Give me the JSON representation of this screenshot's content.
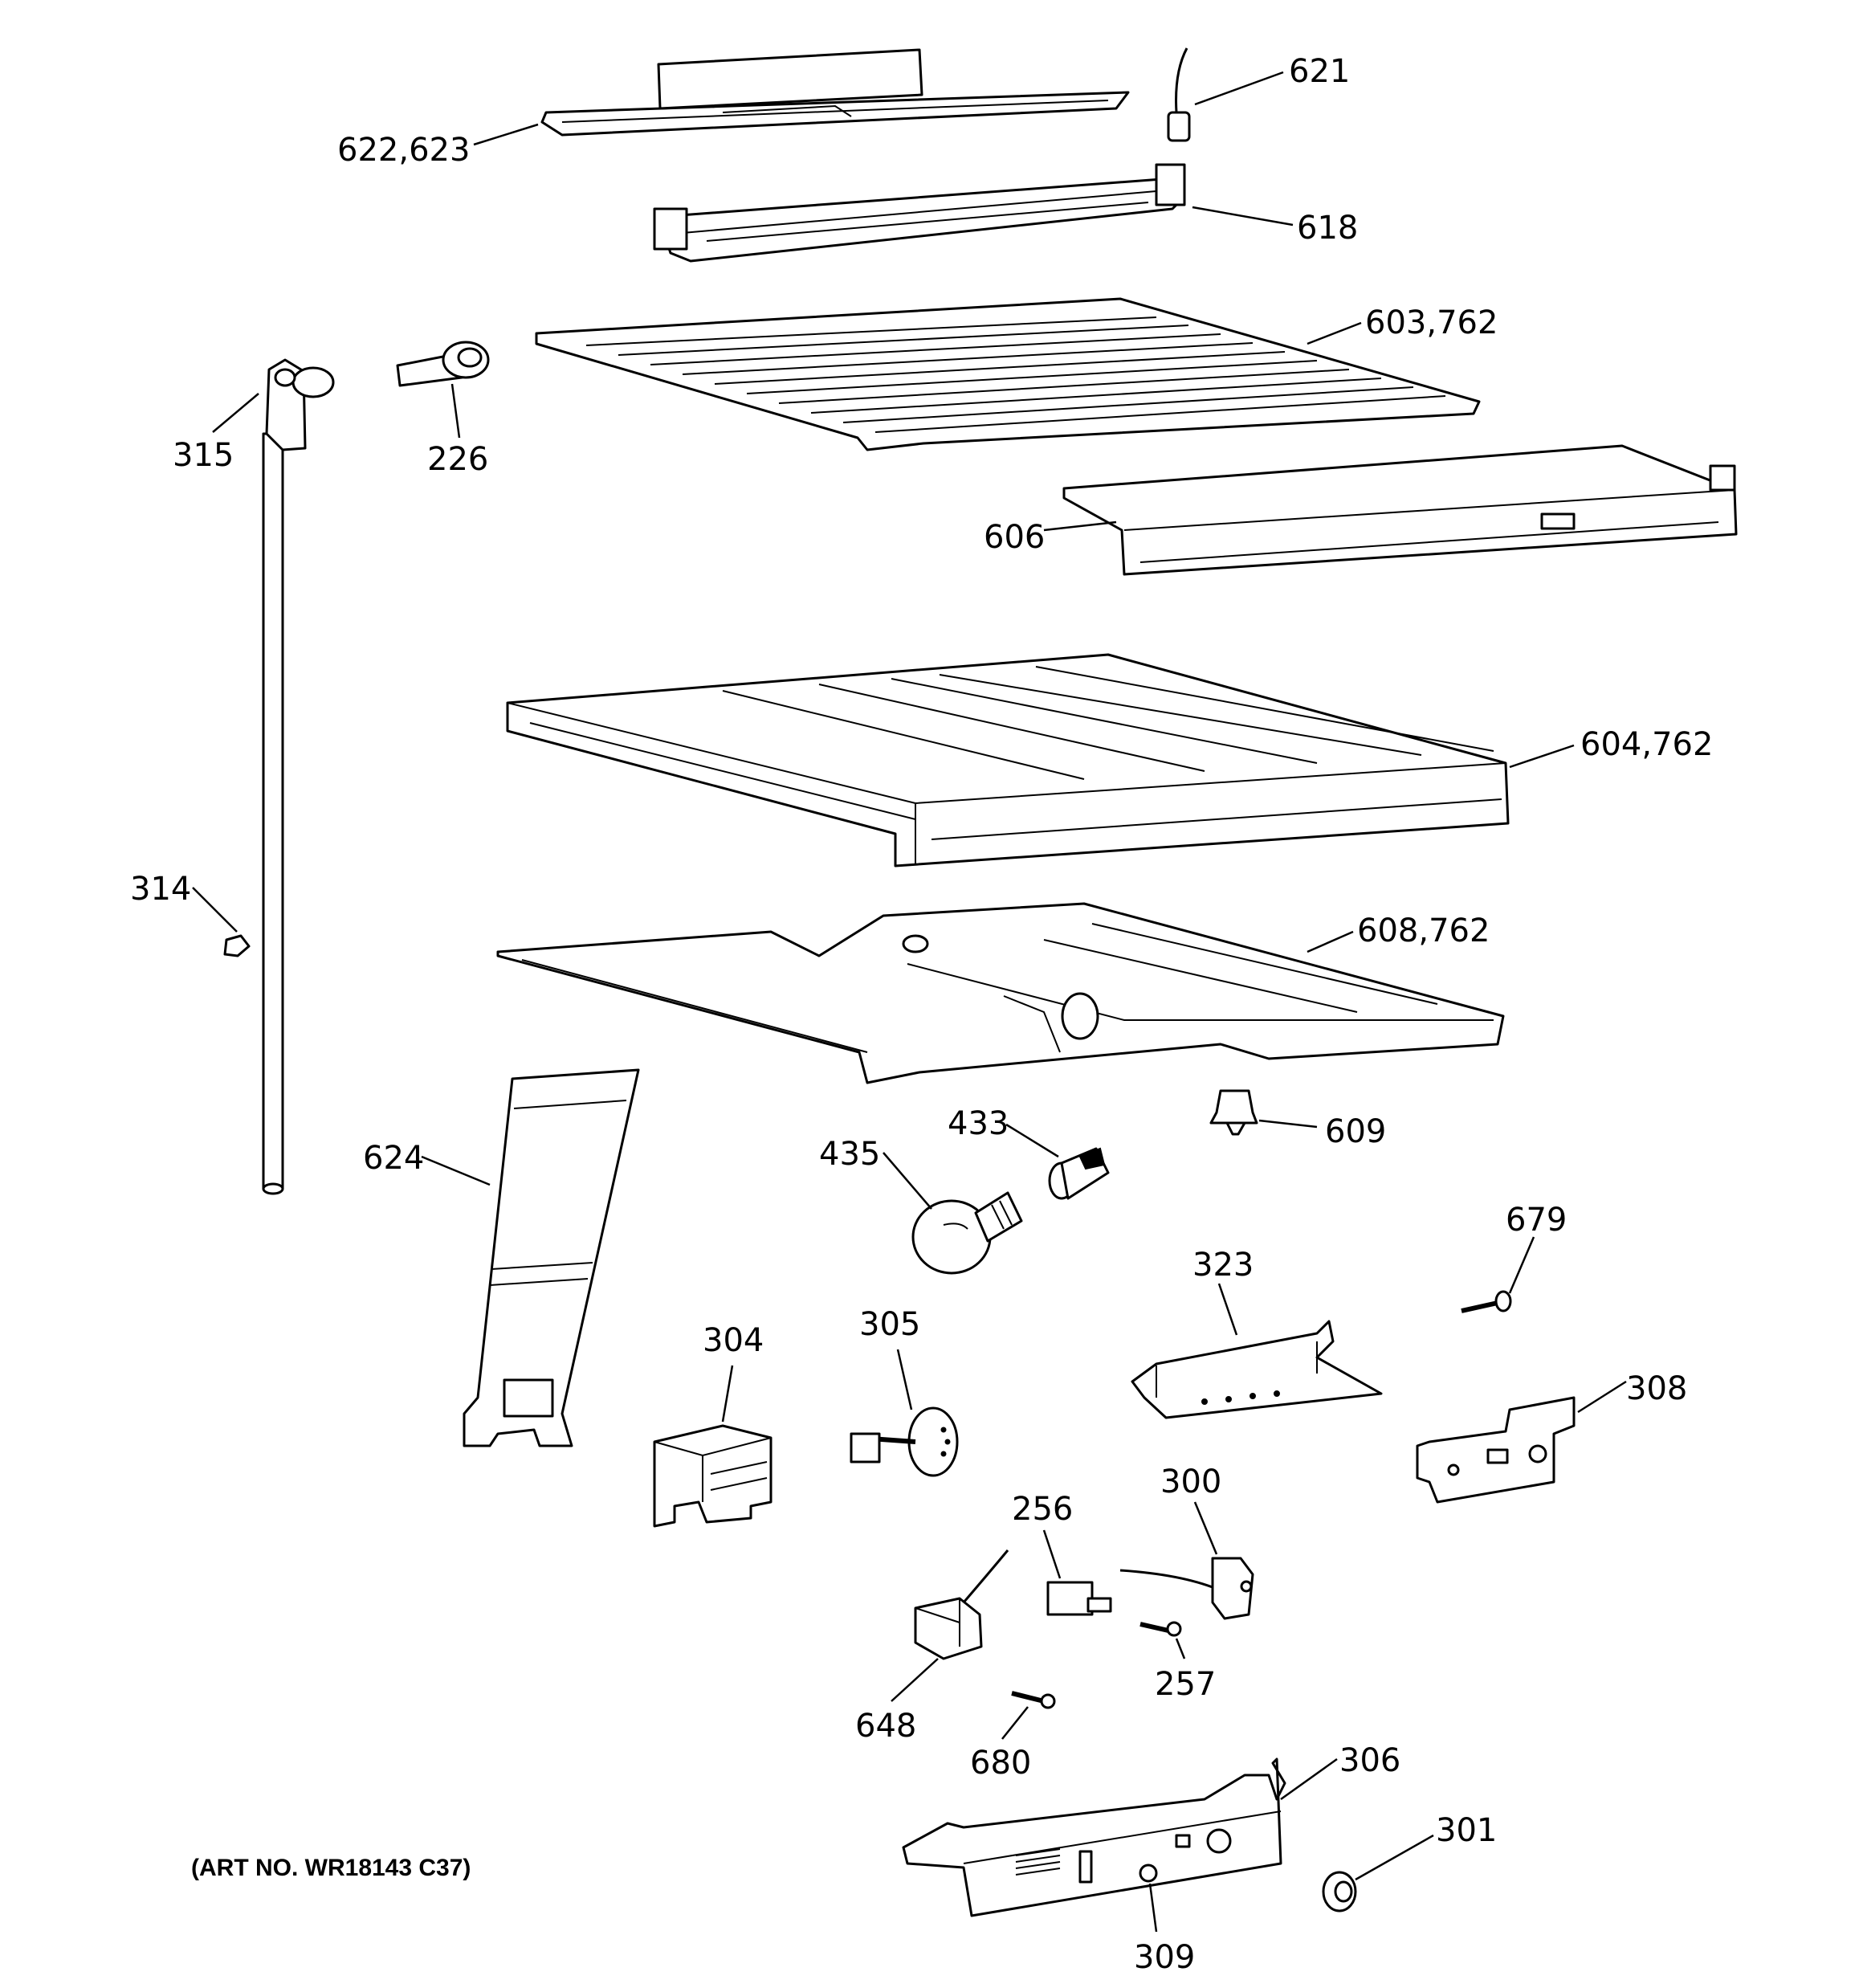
{
  "labels": {
    "l621": "621",
    "l622": "622,623",
    "l618": "618",
    "l603": "603,762",
    "l315": "315",
    "l226": "226",
    "l606": "606",
    "l604": "604,762",
    "l314": "314",
    "l608": "608,762",
    "l624": "624",
    "l609": "609",
    "l433": "433",
    "l435": "435",
    "l679": "679",
    "l323": "323",
    "l304": "304",
    "l305": "305",
    "l308": "308",
    "l300": "300",
    "l256": "256",
    "l257": "257",
    "l648": "648",
    "l680": "680",
    "l306": "306",
    "l301": "301",
    "l309": "309"
  },
  "art_number": "(ART NO. WR18143 C37)"
}
